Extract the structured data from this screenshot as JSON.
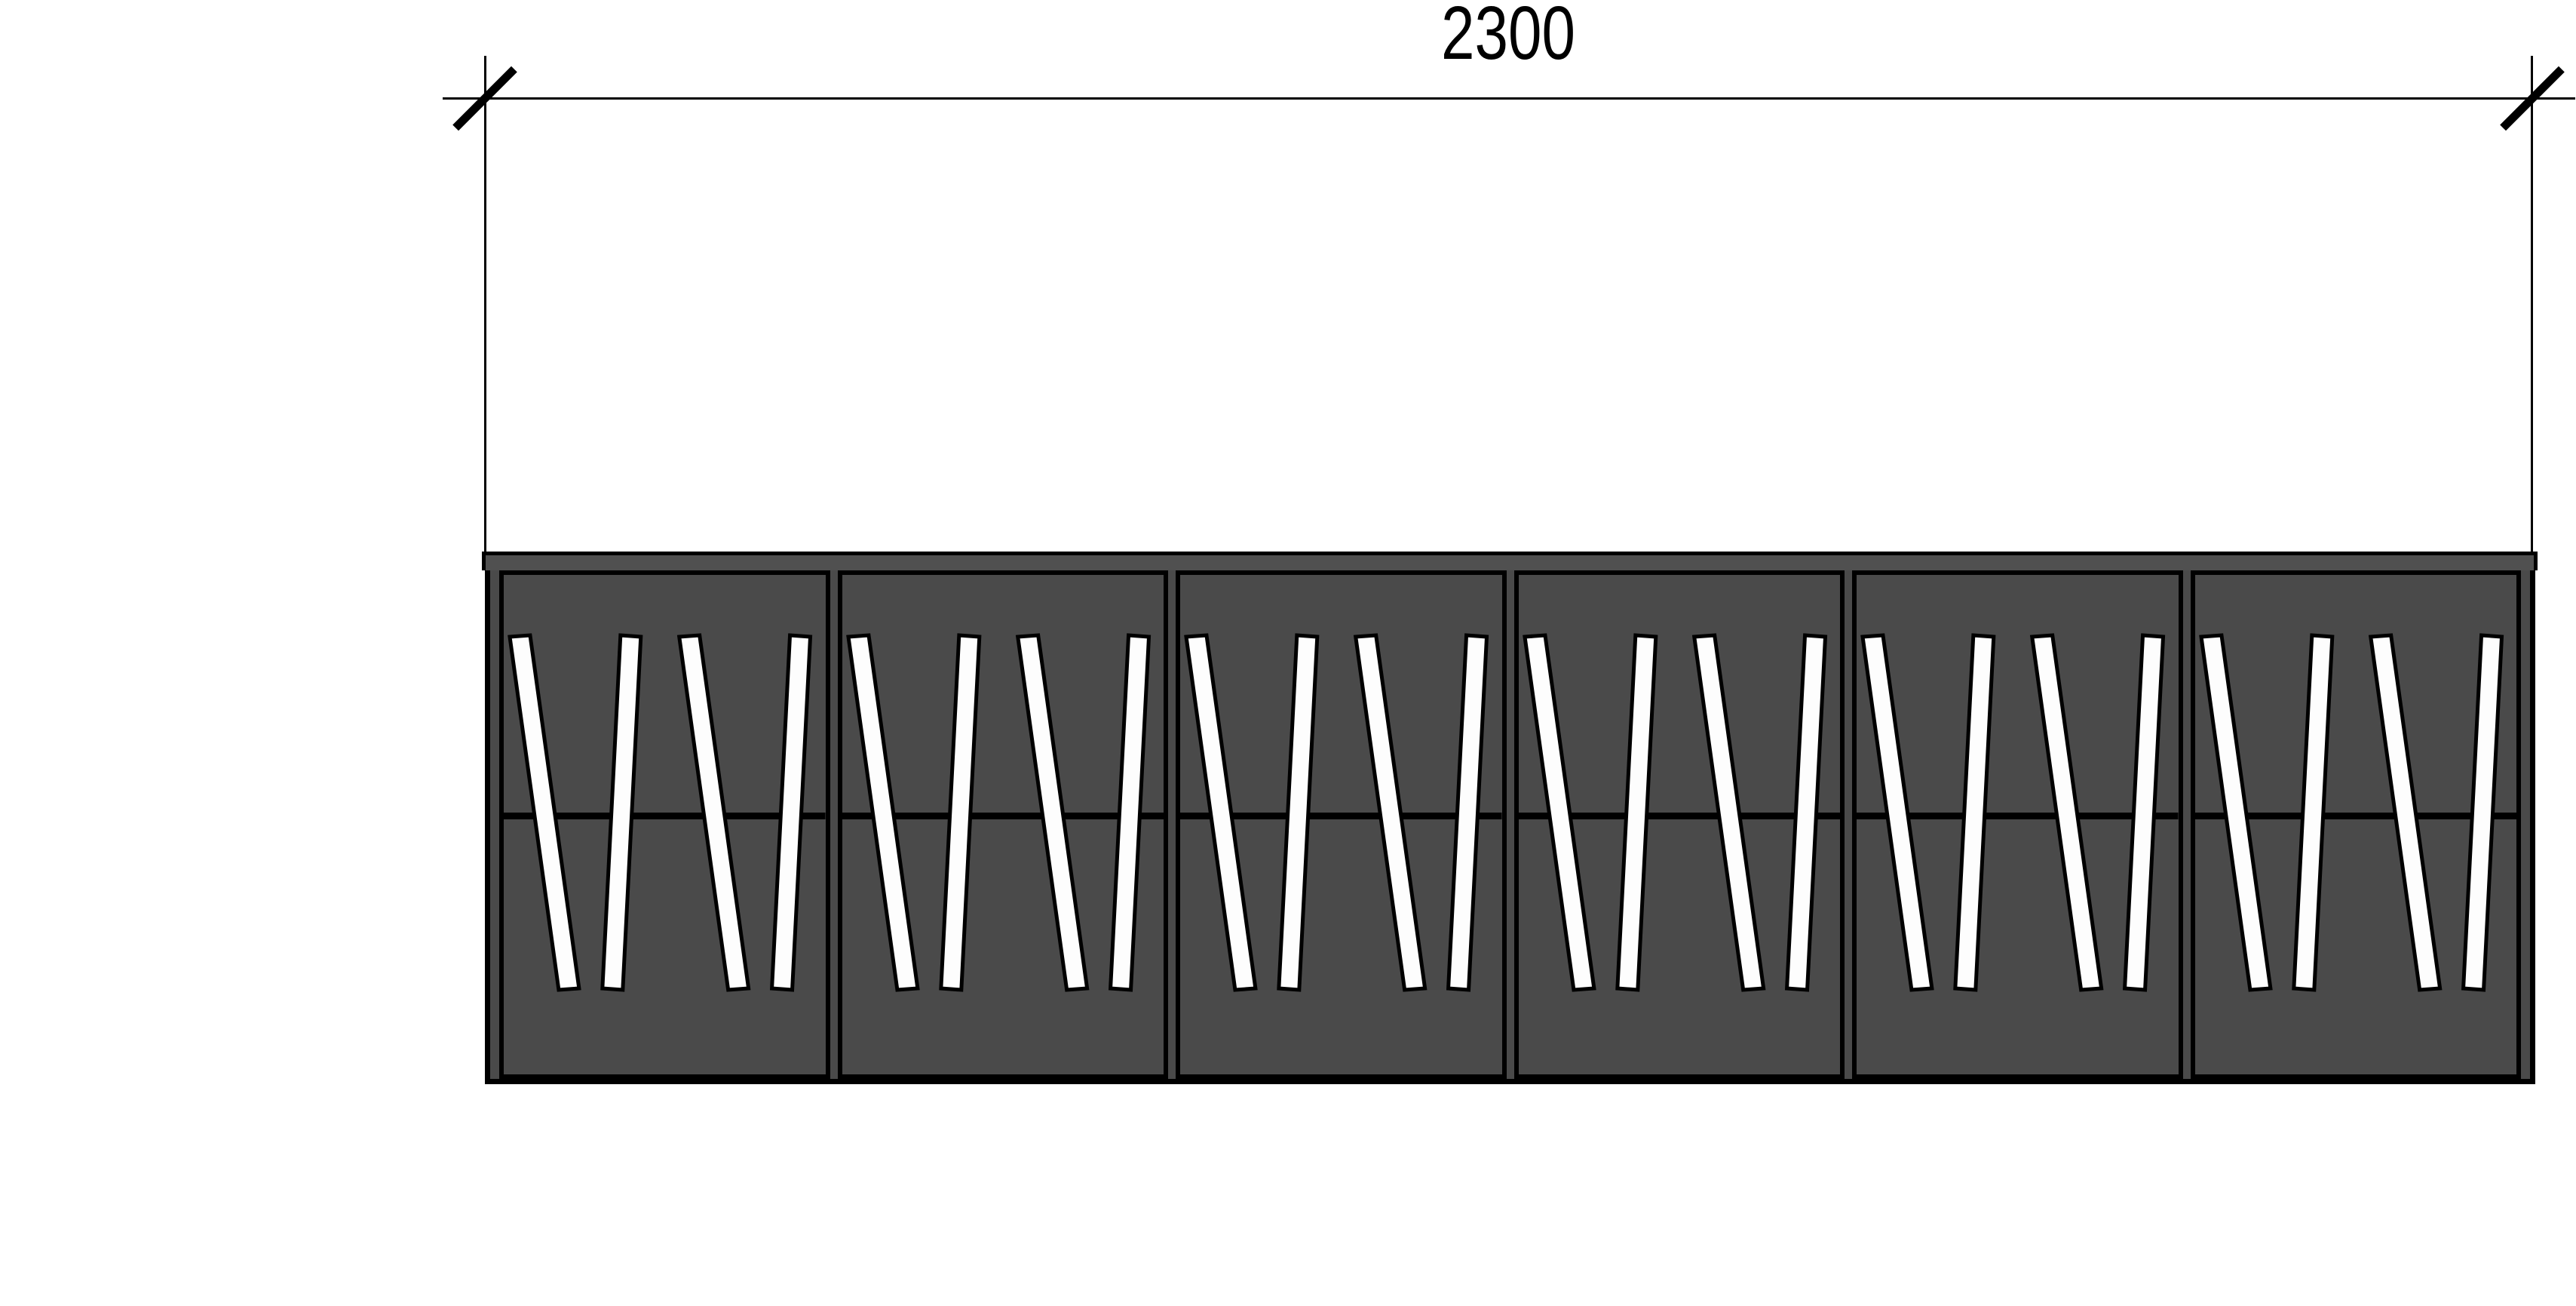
{
  "drawing": {
    "title": "cabinet-front-elevation",
    "dimension": {
      "label": "2300"
    },
    "cabinet": {
      "panel_count": 6,
      "slats_per_panel": 4,
      "has_top_rail": true,
      "has_mid_rail_line": true
    },
    "colors": {
      "background": "#ffffff",
      "line": "#000000",
      "panel_fill": "#4a4a4a",
      "top_rail_fill": "#505050",
      "slat_fill": "#fdfdfd"
    }
  }
}
